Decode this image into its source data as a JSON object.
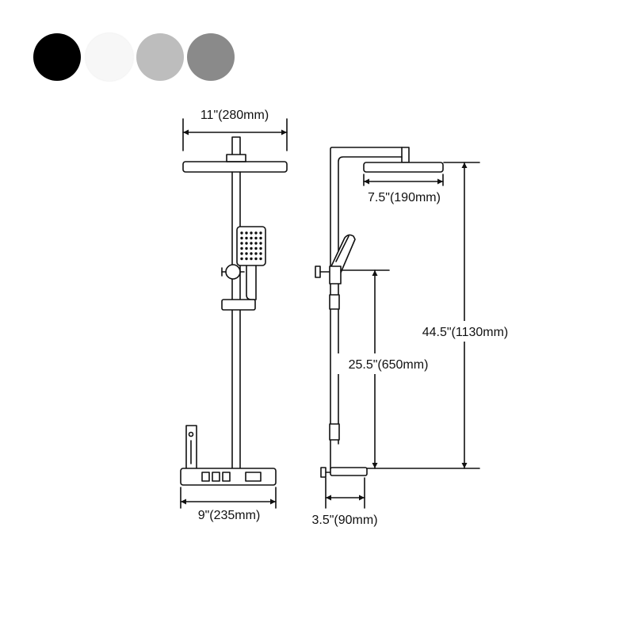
{
  "color_options": [
    {
      "name": "black",
      "color": "#000000"
    },
    {
      "name": "white",
      "color": "#f7f7f7"
    },
    {
      "name": "light-gray",
      "color": "#bdbdbd"
    },
    {
      "name": "dark-gray",
      "color": "#8a8a8a"
    }
  ],
  "dimensions": {
    "head_width": "11\"(280mm)",
    "head_depth": "7.5\"(190mm)",
    "total_height": "44.5\"(1130mm)",
    "slide_bar_height": "25.5\"(650mm)",
    "shelf_width": "9\"(235mm)",
    "shelf_depth": "3.5\"(90mm)"
  }
}
